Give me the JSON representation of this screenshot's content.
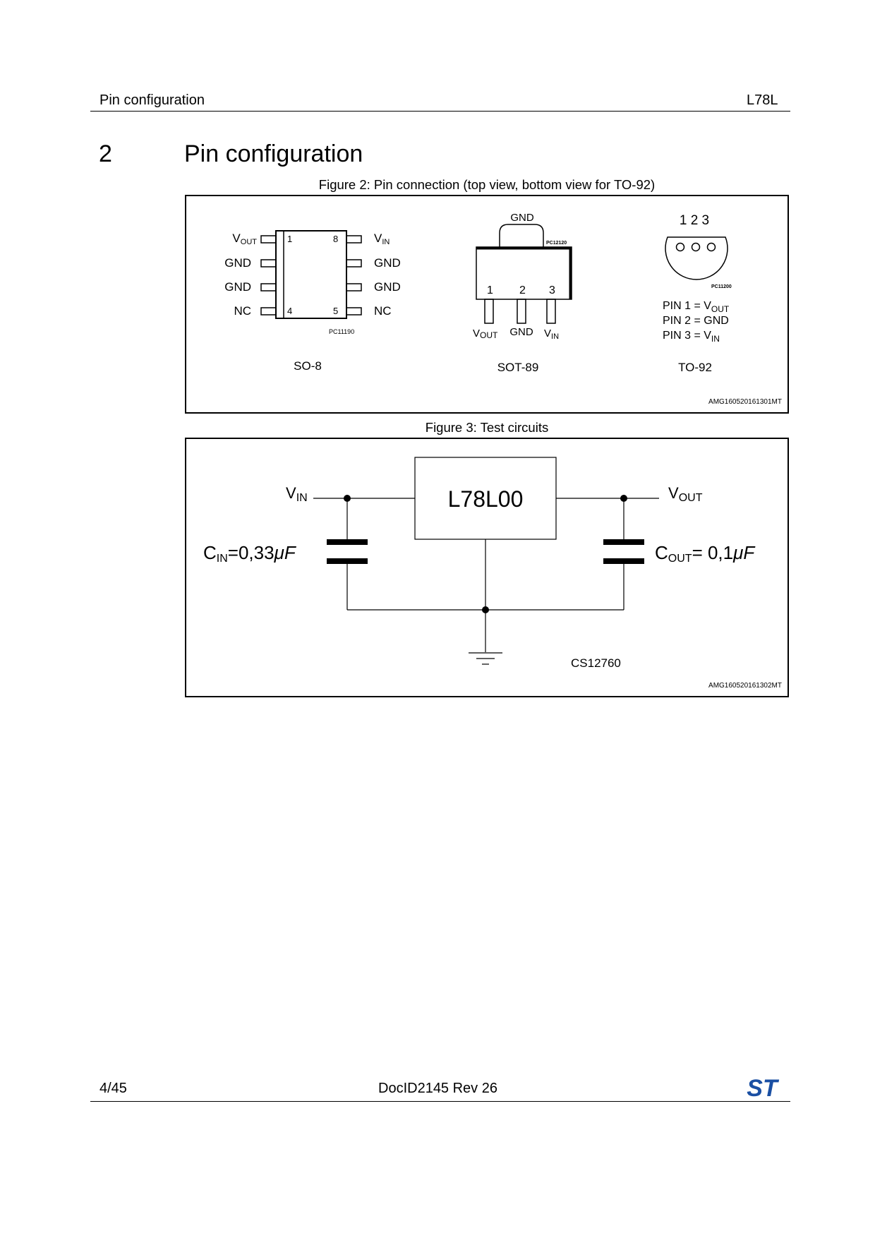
{
  "header": {
    "left": "Pin configuration",
    "right": "L78L"
  },
  "section": {
    "number": "2",
    "title": "Pin configuration"
  },
  "figure2": {
    "caption": "Figure 2: Pin connection (top view, bottom view for TO-92)",
    "so8": {
      "pins_left": [
        "V",
        "GND",
        "GND",
        "NC"
      ],
      "pins_left_sub": [
        "OUT",
        "",
        "",
        ""
      ],
      "pins_right": [
        "V",
        "GND",
        "GND",
        "NC"
      ],
      "pins_right_sub": [
        "IN",
        "",
        "",
        ""
      ],
      "pin_numbers": [
        "1",
        "8",
        "4",
        "5"
      ],
      "code": "PC11190",
      "label": "SO-8"
    },
    "sot89": {
      "tab_label": "GND",
      "code": "PC12120",
      "pin_numbers": [
        "1",
        "2",
        "3"
      ],
      "pin_names": [
        "V",
        "GND",
        "V"
      ],
      "pin_subs": [
        "OUT",
        "",
        "IN"
      ],
      "label": "SOT-89"
    },
    "to92": {
      "pin_numbers": "1 2 3",
      "code": "PC11200",
      "legend": [
        {
          "text": "PIN 1 = V",
          "sub": "OUT"
        },
        {
          "text": "PIN 2 = GND",
          "sub": ""
        },
        {
          "text": "PIN 3 = V",
          "sub": "IN"
        }
      ],
      "label": "TO-92"
    },
    "id": "AMG160520161301MT"
  },
  "figure3": {
    "caption": "Figure 3: Test circuits",
    "vin": {
      "text": "V",
      "sub": "IN"
    },
    "vout": {
      "text": "V",
      "sub": "OUT"
    },
    "ic": "L78L00",
    "cin": {
      "text": "C",
      "sub": "IN",
      "value": "=0,33",
      "unit": "μF"
    },
    "cout": {
      "text": "C",
      "sub": "OUT",
      "value": "= 0,1",
      "unit": "μF"
    },
    "code": "CS12760",
    "id": "AMG160520161302MT"
  },
  "footer": {
    "page": "4/45",
    "doc": "DocID2145 Rev 26",
    "logo_text": "ST"
  }
}
